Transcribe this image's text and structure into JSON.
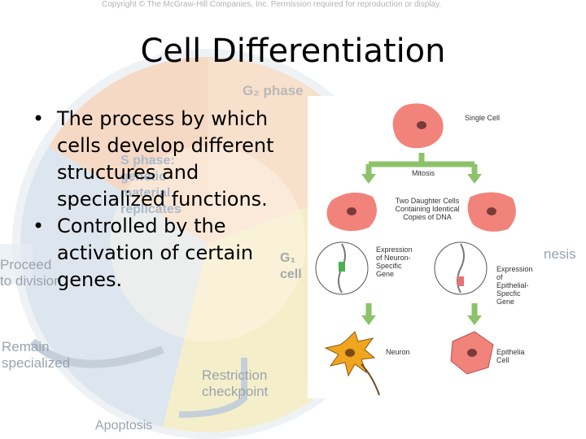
{
  "background": {
    "copyright": "Copyright © The McGraw-Hill Companies, Inc. Permission required for reproduction or display.",
    "g2_phase": "G₂ phase",
    "s_phase_lines": [
      "S phase:",
      "genetic",
      "material",
      "replicates"
    ],
    "g1_lines": [
      "G₁",
      "cell"
    ],
    "proceed_lines": [
      "Proceed",
      "to division"
    ],
    "remain_lines": [
      "Remain",
      "specialized"
    ],
    "restriction_lines": [
      "Restriction",
      "checkpoint"
    ],
    "apoptosis": "Apoptosis",
    "synthesis_fragment": "nesis"
  },
  "slide": {
    "title": "Cell Differentiation",
    "bullet_char": "•",
    "bullets": [
      "The process by which cells develop different structures and specialized functions.",
      "Controlled by the activation of certain genes."
    ]
  },
  "figure": {
    "single_cell": "Single Cell",
    "mitosis": "Mitosis",
    "daughter_cells": [
      "Two Daughter Cells",
      "Containing Identical",
      "Copies of DNA"
    ],
    "expression_neuron": [
      "Expression",
      "of Neuron-",
      "Specific",
      "Gene"
    ],
    "expression_epithelial": [
      "Expression",
      "of Epithelial-",
      "Specfic",
      "Gene"
    ],
    "neuron": "Neuron",
    "epithelial": [
      "Epithelia",
      "Cell"
    ]
  },
  "colors": {
    "cell_fill": "#f1837b",
    "nucleus": "#7a3a3a",
    "arrow": "#8cc26a",
    "neuron_fill": "#f0a51f",
    "wheel_g2": "#f6dcc7",
    "wheel_s": "#dfe6ef",
    "wheel_g1": "#f4efc9"
  }
}
